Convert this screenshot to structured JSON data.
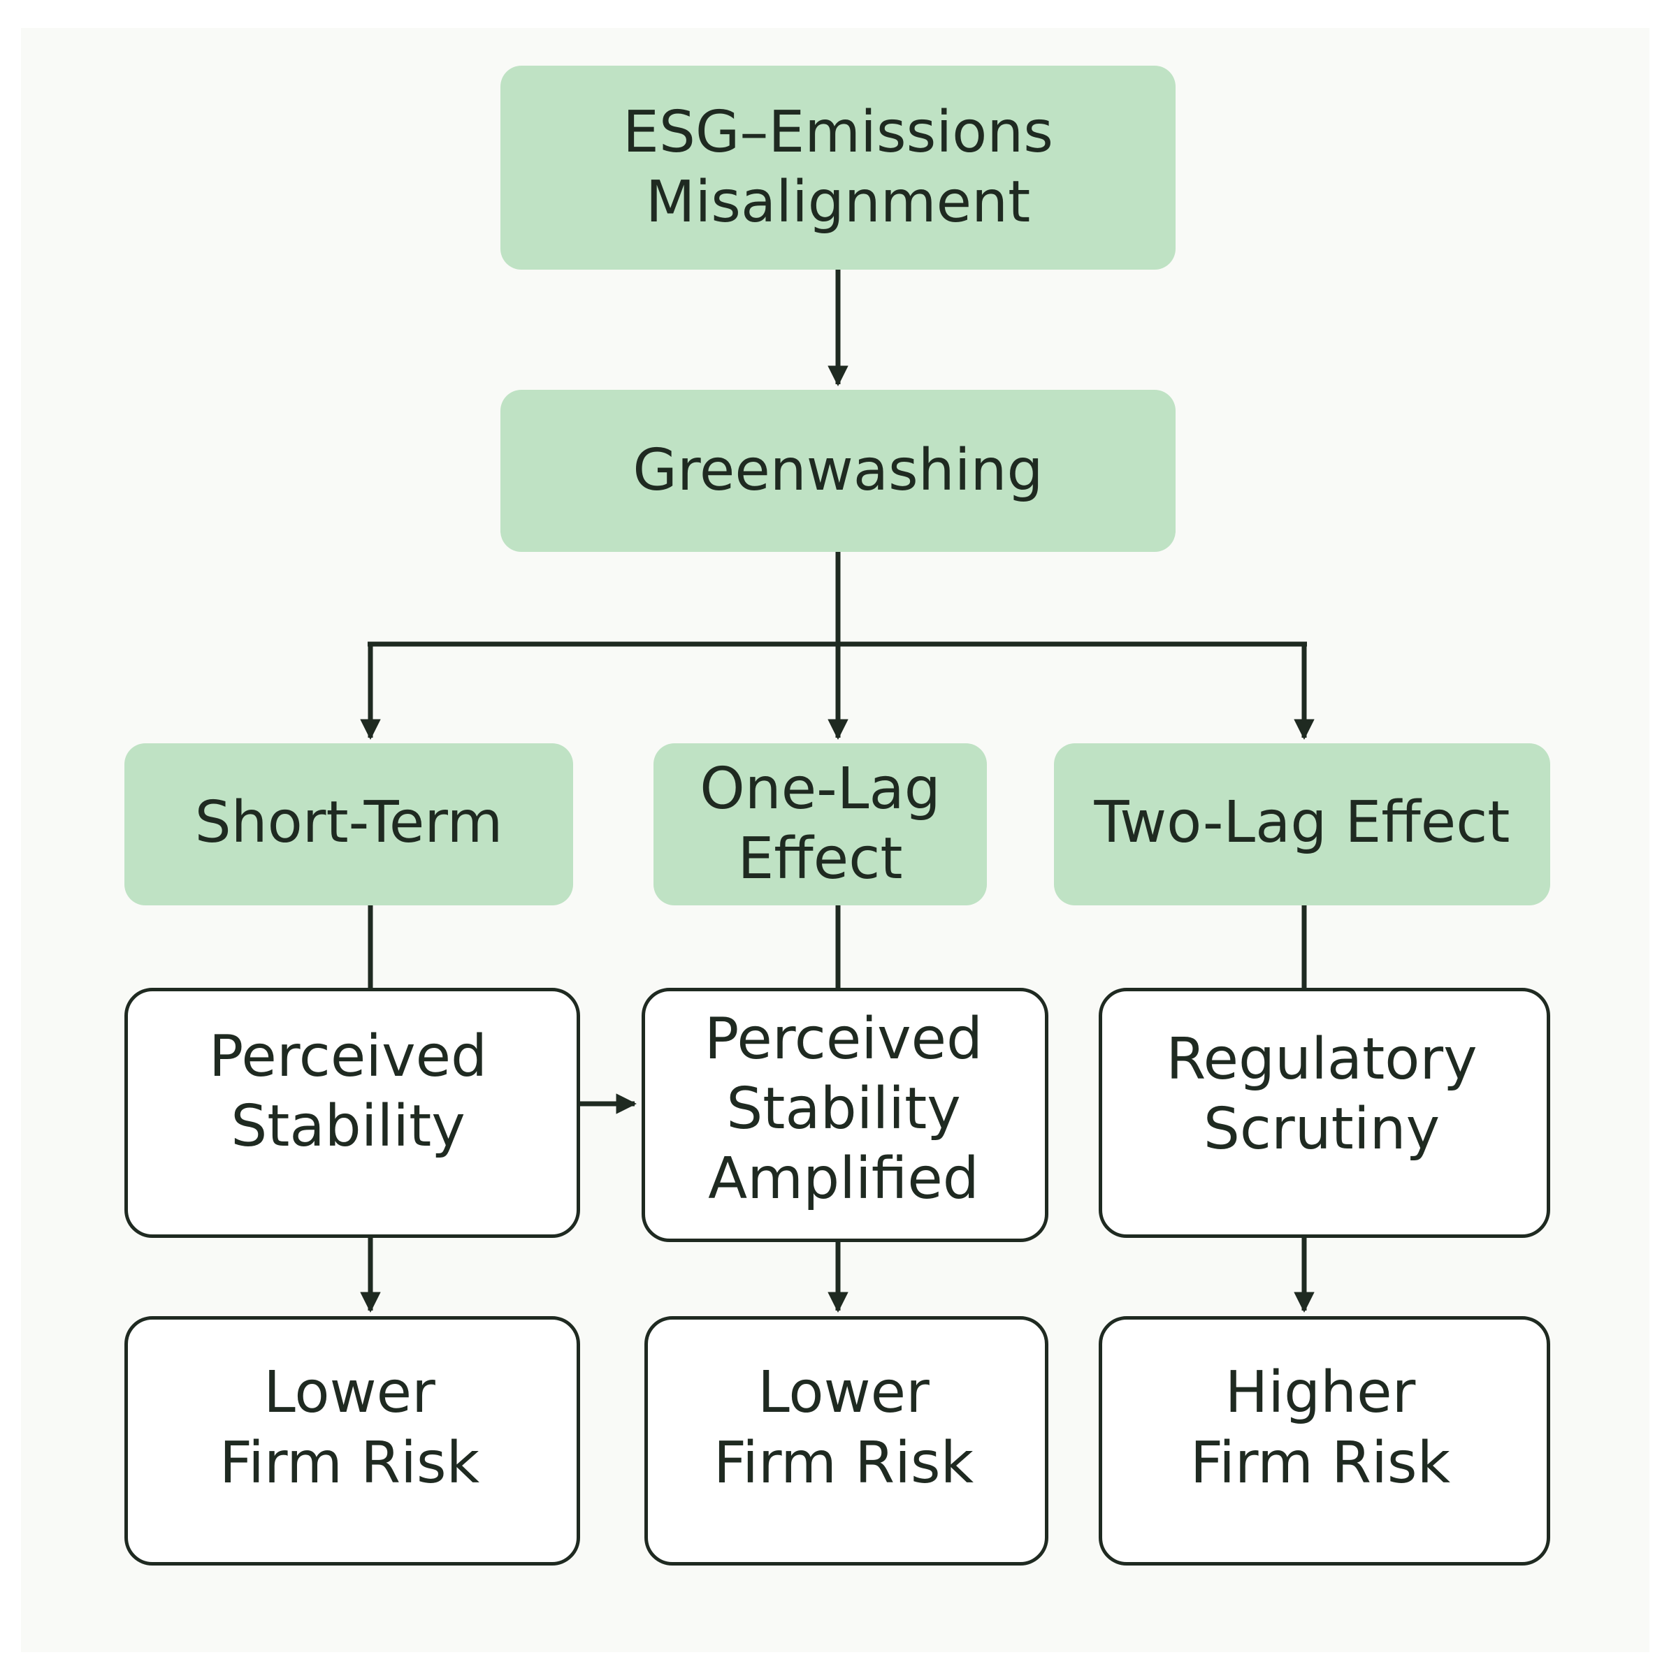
{
  "diagram": {
    "root": {
      "label": "ESG–Emissions\nMisalignment"
    },
    "mechanism": {
      "label": "Greenwashing"
    },
    "horizons": [
      {
        "label": "Short-Term"
      },
      {
        "label": "One-Lag\nEffect"
      },
      {
        "label": "Two-Lag Effect"
      }
    ],
    "channels": [
      {
        "label": "Perceived\nStability"
      },
      {
        "label": "Perceived\nStability\nAmplified"
      },
      {
        "label": "Regulatory\nScrutiny"
      }
    ],
    "outcomes": [
      {
        "label": "Lower\nFirm Risk"
      },
      {
        "label": "Lower\nFirm Risk"
      },
      {
        "label": "Higher\nFirm Risk"
      }
    ]
  },
  "colors": {
    "green_fill": "#bfe2c4",
    "line": "#1f2a21",
    "white_fill": "#ffffff",
    "background": "#f9faf7"
  }
}
